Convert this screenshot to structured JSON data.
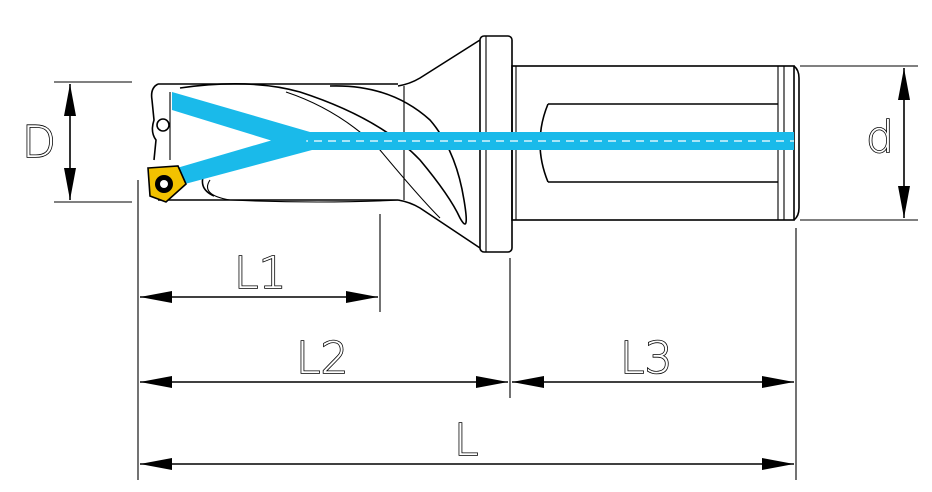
{
  "drawing": {
    "labels": {
      "D": "D",
      "d": "d",
      "L1": "L1",
      "L2": "L2",
      "L3": "L3",
      "L": "L"
    },
    "colors": {
      "coolant": "#1ABAEA",
      "insert": "#F2C200",
      "line": "#000000",
      "background": "#FFFFFF"
    }
  }
}
